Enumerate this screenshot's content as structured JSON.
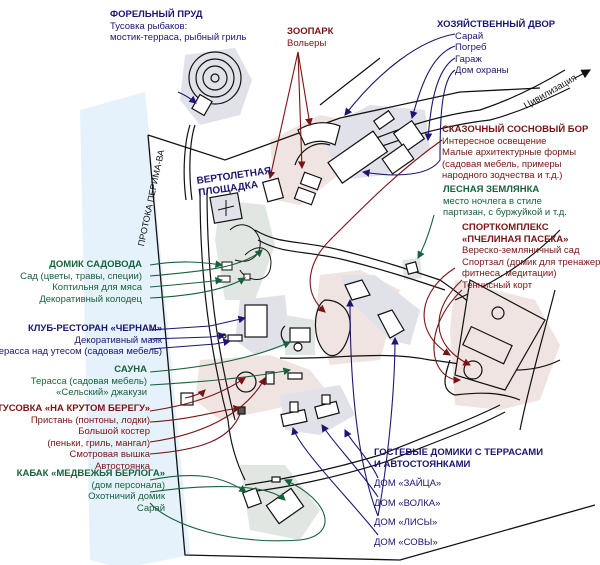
{
  "colors": {
    "blue": "#1c1670",
    "red": "#7a1414",
    "green": "#17623a",
    "river": "#e5f2fb",
    "zone_gray": "#e1e1ea",
    "zone_pink": "#f0e4e2",
    "zone_green": "#e2e6e2"
  },
  "river": {
    "label": "ПРОТОКА ПЕРИМА-ВА"
  },
  "road": {
    "label": "Цивилизация"
  },
  "groups": {
    "trout_pond": {
      "title": "ФОРЕЛЬНЫЙ ПРУД",
      "items": [
        "Тусовка рыбаков:",
        "мостик-терраса, рыбный гриль"
      ]
    },
    "zoo": {
      "title": "ЗООПАРК",
      "items": [
        "Вольеры"
      ]
    },
    "farmyard": {
      "title": "ХОЗЯЙСТВЕННЫЙ ДВОР",
      "items": [
        "Сарай",
        "Погреб",
        "Гараж",
        "Дом охраны"
      ]
    },
    "pine_forest": {
      "title": "СКАЗОЧНЫЙ СОСНОВЫЙ БОР",
      "items": [
        "Интересное освещение",
        "Малые архитектурные формы",
        "(садовая мебель, примеры",
        "народного зодчества и т.д.)"
      ]
    },
    "dugout": {
      "title": "ЛЕСНАЯ ЗЕМЛЯНКА",
      "items": [
        "место ночлега в стиле",
        "партизан, с буржуйкой и т.д."
      ]
    },
    "sports": {
      "title_line1": "СПОРТКОМПЛЕКС",
      "title_line2": "«ПЧЕЛИНАЯ ПАСЕКА»",
      "items": [
        "Вереско-земляничный сад",
        "Спортзал (домик для тренажеров,",
        "фитнеса, медитации)",
        "Теннисный корт"
      ]
    },
    "helipad": {
      "title_line1": "ВЕРТОЛЕТНАЯ",
      "title_line2": "ПЛОЩАДКА"
    },
    "gardener": {
      "title": "ДОМИК САДОВОДА",
      "items": [
        "Сад (цветы, травы, специи)",
        "Коптильня для мяса",
        "Декоративный колодец"
      ]
    },
    "club": {
      "title": "КЛУБ-РЕСТОРАН «ЧЕРНАМ»",
      "items": [
        "Декоративный маяк",
        "Терасса над утесом (садовая мебель)"
      ]
    },
    "sauna": {
      "title": "САУНА",
      "items": [
        "Терасса (садовая мебель)",
        "«Сельский» джакузи"
      ]
    },
    "riverbank": {
      "title": "ТУСОВКА «НА КРУТОМ БЕРЕГУ»",
      "items": [
        "Пристань (понтоны, лодки)",
        "Большой костер",
        "(пеньки, гриль, мангал)",
        "Смотровая вышка",
        "Автостоянка"
      ]
    },
    "bear_den": {
      "title": "КАБАК «МЕДВЕЖЬЯ БЕРЛОГА»",
      "items": [
        "(дом персонала)",
        "Охотничий домик",
        "Сарай"
      ]
    },
    "guest_houses": {
      "title_line1": "ГОСТЕВЫЕ ДОМИКИ С ТЕРРАСАМИ",
      "title_line2": "И АВТОСТОЯНКАМИ",
      "items": [
        "ДОМ «ЗАЙЦА»",
        "ДОМ «ВОЛКА»",
        "ДОМ «ЛИСЫ»",
        "ДОМ «СОВЫ»"
      ]
    }
  }
}
